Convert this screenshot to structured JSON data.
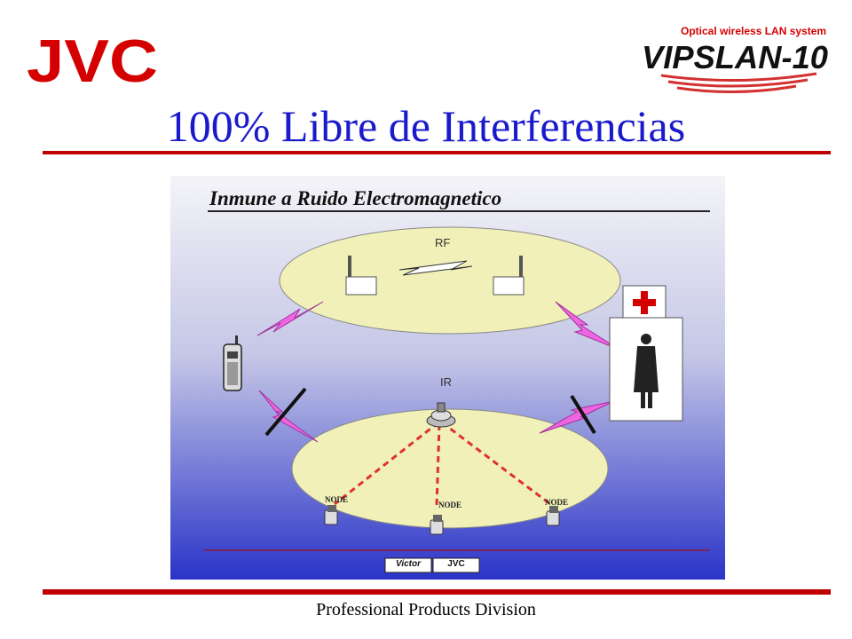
{
  "header": {
    "brand_logo": "JVC",
    "product_tagline": "Optical wireless LAN system",
    "product_logo": "VIPSLAN-10"
  },
  "title": "100% Libre de Interferencias",
  "diagram": {
    "subtitle": "Inmune a Ruido Electromagnetico",
    "rf_label": "RF",
    "ir_label": "IR",
    "node_labels": [
      "NODE",
      "NODE",
      "NODE"
    ],
    "footer_logos": [
      "Victor",
      "JVC"
    ],
    "colors": {
      "ellipse_fill": "#f0f0b8",
      "beam": "#e03030",
      "lightning": "#ee66dd",
      "accent": "#c00000",
      "panel_top": "#f4f4f8",
      "panel_bottom": "#2a34c8"
    }
  },
  "footer": {
    "division": "Professional Products Division"
  }
}
